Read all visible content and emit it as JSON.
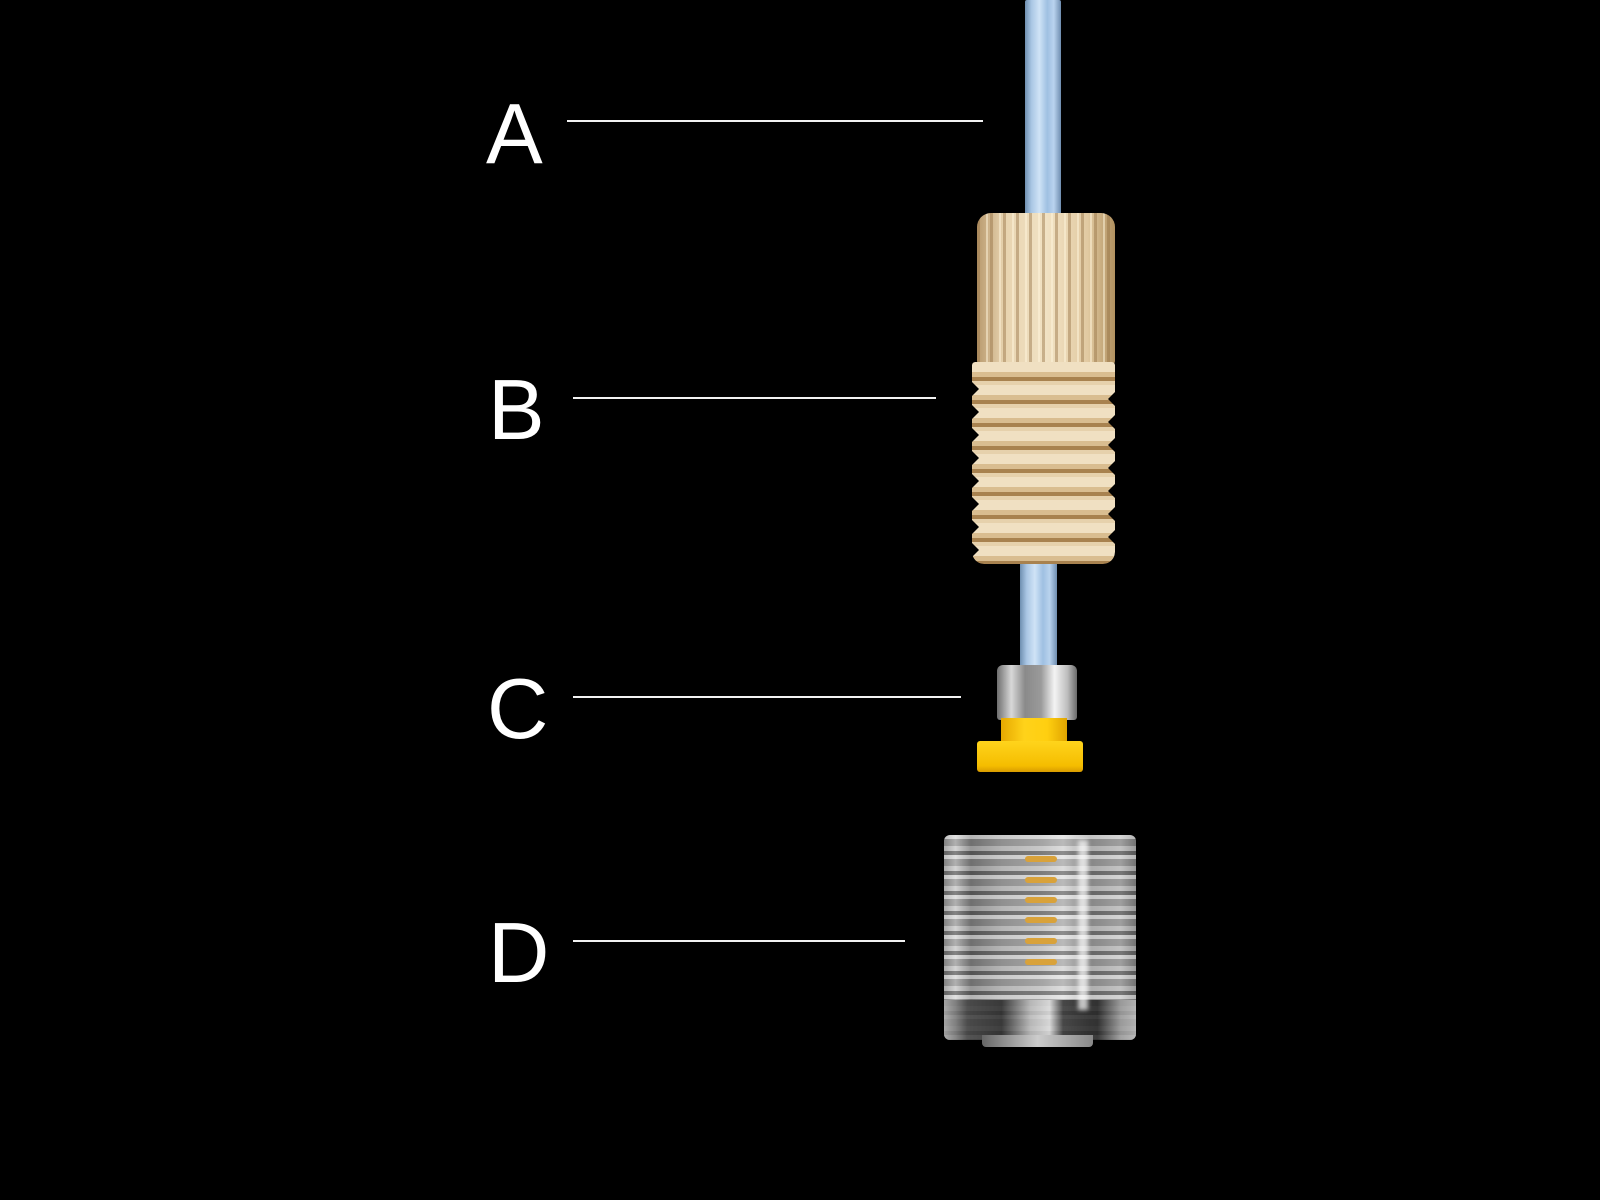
{
  "figure": {
    "background_color": "#000000",
    "label_color": "#ffffff",
    "labels": [
      {
        "letter": "A",
        "part": "tubing"
      },
      {
        "letter": "B",
        "part": "fitting-nut"
      },
      {
        "letter": "C",
        "part": "ferrule"
      },
      {
        "letter": "D",
        "part": "union"
      }
    ],
    "colors": {
      "tubing": "#a9c6e4",
      "nut": "#e8d4b0",
      "ferrule_metal": "#c0c0c0",
      "ferrule_yellow": "#ffcf10",
      "union": "#d0d0d0",
      "union_thread_accent": "#d9a23a"
    }
  }
}
